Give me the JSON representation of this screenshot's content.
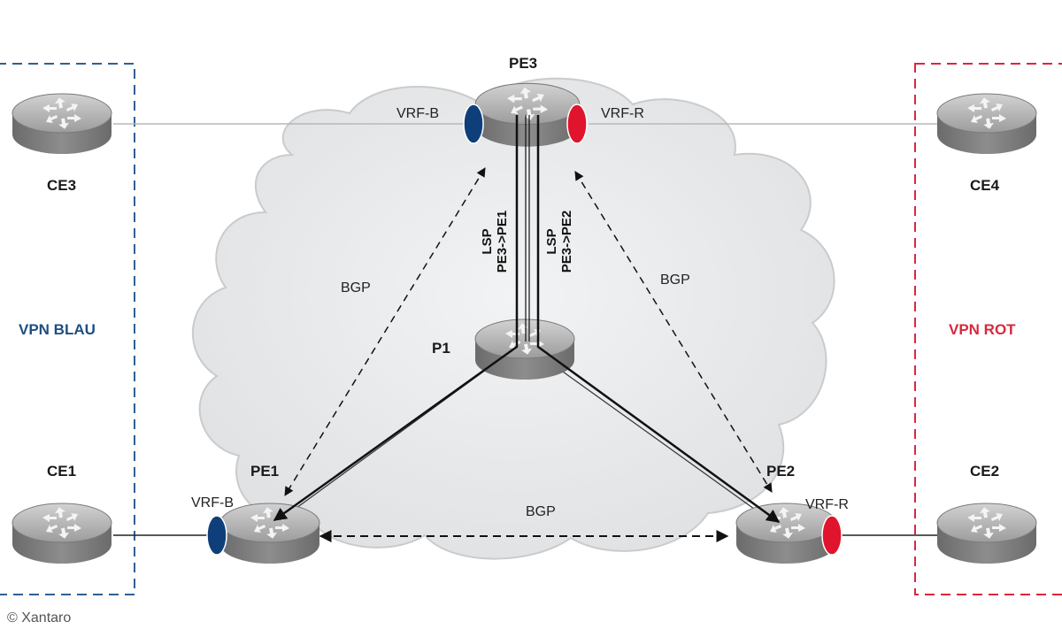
{
  "vpn_left": {
    "label": "VPN BLAU",
    "color": "#1f4e82"
  },
  "vpn_right": {
    "label": "VPN ROT",
    "color": "#d8283e"
  },
  "nodes": {
    "ce1": "CE1",
    "ce2": "CE2",
    "ce3": "CE3",
    "ce4": "CE4",
    "pe1": "PE1",
    "pe2": "PE2",
    "pe3": "PE3",
    "p1": "P1"
  },
  "vrf": {
    "pe3_blue": "VRF-B",
    "pe3_red": "VRF-R",
    "pe1_blue": "VRF-B",
    "pe2_red": "VRF-R"
  },
  "bgp": {
    "left": "BGP",
    "right": "BGP",
    "bottom": "BGP"
  },
  "lsp": {
    "pe1_line1": "LSP",
    "pe1_line2": "PE3->PE1",
    "pe2_line1": "LSP",
    "pe2_line2": "PE3->PE2"
  },
  "copyright": "© Xantaro",
  "colors": {
    "blue_vrf": "#0f3f7a",
    "red_vrf": "#e0142c",
    "cloud": "#e4e6e8",
    "router": "#8e8e8e"
  },
  "icons": {
    "router": "router-icon",
    "cloud": "mpls-cloud-icon"
  }
}
